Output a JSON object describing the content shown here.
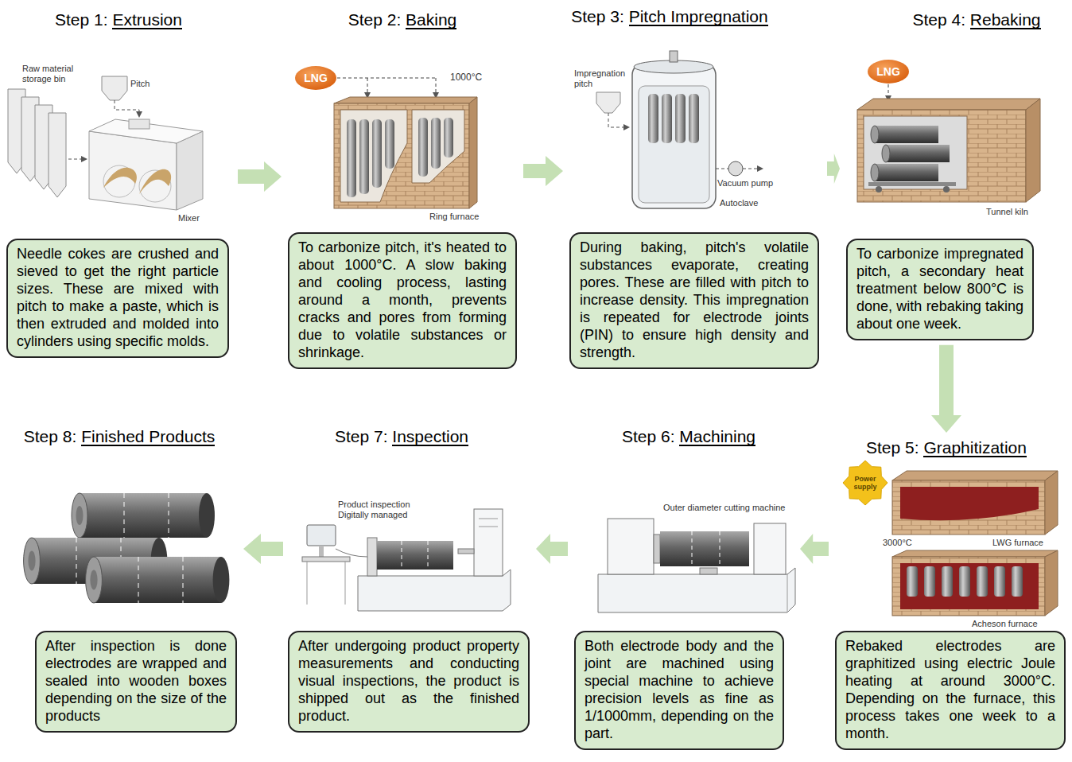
{
  "diagram": {
    "nodes": [
      {
        "text": [
          "Step 1: Extrusion",
          "Needle cokes are crushed and sieved to get the right particle sizes. These are mixed with pitch to make a paste, which is then extruded and molded into cylinders using specific molds."
        ]
      },
      {
        "text": [
          "Step 2: Baking",
          "To carbonize pitch, it's heated to about 1000°C. A slow baking and cooling process, lasting around a month, prevents cracks and pores from forming due to volatile substances or shrinkage."
        ]
      },
      {
        "text": [
          "Step 3: Pitch Impregnation",
          "During baking, pitch's volatile substances evaporate, creating pores. These are filled with pitch to increase density. This impregnation is repeated for electrode joints (PIN) to ensure high density and strength."
        ]
      },
      {
        "text": [
          "Step 4: Rebaking",
          "To carbonize impregnated pitch, a secondary heat treatment below 800°C is done, with rebaking taking about one week."
        ]
      },
      {
        "text": [
          "Step 5: Graphitization",
          "Rebaked electrodes are graphitized using electric Joule heating at around 3000°C. Depending on the furnace, this process takes one week to a month."
        ]
      },
      {
        "text": [
          "Step 6: Machining",
          "Both electrode body and the joint are machined using special machine to achieve precision levels as fine as 1/1000mm, depending on the part."
        ]
      },
      {
        "text": [
          "Step 7: Inspection",
          "After undergoing product property measurements and conducting visual inspections, the product is shipped out as the finished product."
        ]
      },
      {
        "text": [
          "Step 8: Finished Products",
          "After inspection is done electrodes are wrapped and sealed into wooden boxes depending on the size of the products"
        ]
      }
    ],
    "edges": [
      {
        "from": 0,
        "to": 1,
        "arrow": "to"
      },
      {
        "from": 1,
        "to": 2,
        "arrow": "to"
      },
      {
        "from": 2,
        "to": 3,
        "arrow": "to"
      },
      {
        "from": 3,
        "to": 4,
        "arrow": "to"
      },
      {
        "from": 4,
        "to": 5,
        "arrow": "to"
      },
      {
        "from": 5,
        "to": 6,
        "arrow": "to"
      },
      {
        "from": 6,
        "to": 7,
        "arrow": "to"
      }
    ],
    "labels": [
      "Raw material storage bin",
      "Pitch",
      "Mixer",
      "LNG",
      "1000°C",
      "Ring furnace",
      "Impregnation pitch",
      "Vacuum pump",
      "Autoclave",
      "LNG",
      "Tunnel kiln",
      "Power supply",
      "3000°C",
      "LWG furnace",
      "Acheson furnace",
      "Outer diameter cutting machine",
      "Product inspection Digitally managed"
    ]
  }
}
